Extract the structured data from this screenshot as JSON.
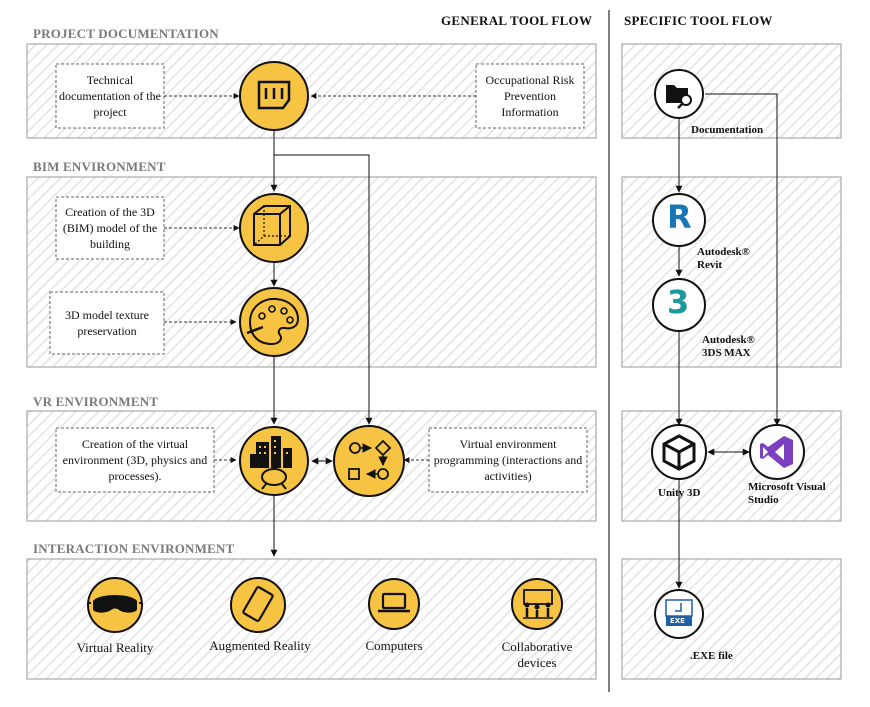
{
  "headers": {
    "general": "GENERAL TOOL FLOW",
    "specific": "SPECIFIC TOOL FLOW"
  },
  "sections": {
    "project": "PROJECT DOCUMENTATION",
    "bim": "BIM ENVIRONMENT",
    "vr": "VR ENVIRONMENT",
    "interaction": "INTERACTION ENVIRONMENT"
  },
  "notes": {
    "tech_doc": "Technical documentation of the project",
    "risk_info": "Occupational Risk Prevention Information",
    "bim_model": "Creation of the 3D (BIM) model of the building",
    "texture": "3D model texture preservation",
    "virtual_env": "Creation of the virtual environment (3D, physics and processes).",
    "programming": "Virtual environment programming (interactions and activities)"
  },
  "interaction": {
    "vr": "Virtual Reality",
    "ar": "Augmented Reality",
    "computers": "Computers",
    "collab": "Collaborative devices"
  },
  "tools": {
    "documentation": "Documentation",
    "revit": "Autodesk® Revit",
    "max": "Autodesk® 3DS MAX",
    "unity": "Unity 3D",
    "vs": "Microsoft Visual Studio",
    "exe": ".EXE file",
    "revit_glyph": "R",
    "max_glyph": "3",
    "exe_badge": "EXE"
  },
  "colors": {
    "accent_yellow": "#f6c342",
    "revit_blue": "#1976b3",
    "max_teal": "#1b9a9c",
    "vs_purple": "#7b3fc0",
    "exe_blue": "#1f5fa8"
  }
}
